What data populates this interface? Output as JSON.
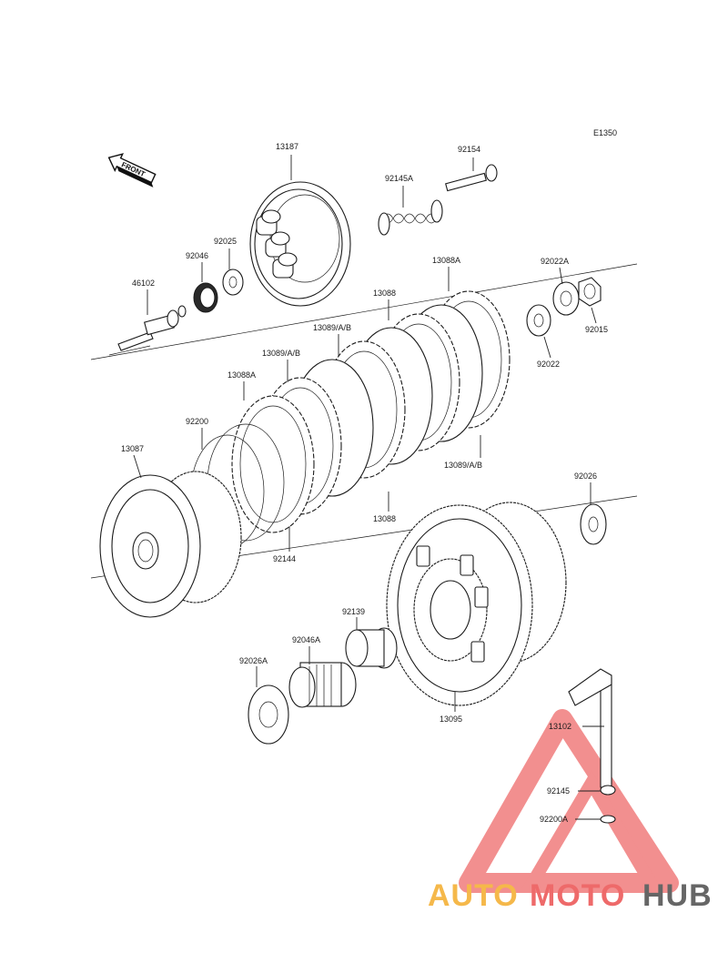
{
  "diagram_code": "E1350",
  "front_label": "FRONT",
  "watermark": {
    "part1": "AUTO",
    "part2": "MOTO",
    "part3": "HUB",
    "color1": "#f5b84a",
    "color2": "#ee6a6a",
    "color3": "#666666"
  },
  "labels": {
    "p13187": "13187",
    "p92154": "92154",
    "p92145A": "92145A",
    "p92025": "92025",
    "p92046": "92046",
    "p46102": "46102",
    "p13088A_top": "13088A",
    "p92022A": "92022A",
    "p92015": "92015",
    "p92022": "92022",
    "p13088_top": "13088",
    "p13089_1": "13089/A/B",
    "p13089_2": "13089/A/B",
    "p13088A_left": "13088A",
    "p92200": "92200",
    "p13087": "13087",
    "p13089_3": "13089/A/B",
    "p92026": "92026",
    "p13088_bottom": "13088",
    "p92144": "92144",
    "p92139": "92139",
    "p92046A": "92046A",
    "p92026A": "92026A",
    "p13095": "13095",
    "p13102": "13102",
    "p92145": "92145",
    "p92200A": "92200A"
  }
}
